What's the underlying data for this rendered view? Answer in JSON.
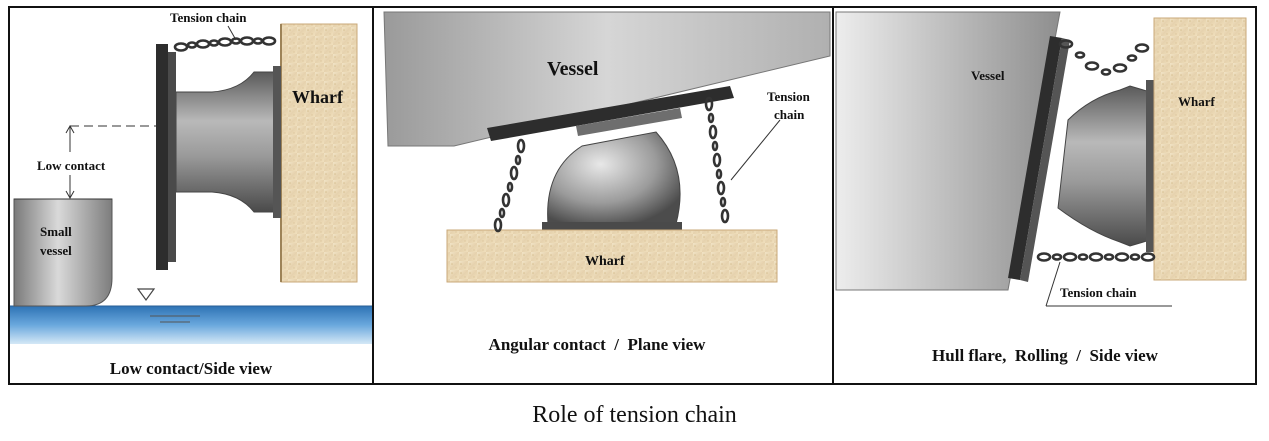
{
  "figure_caption": "Role of tension chain",
  "panel1": {
    "caption": "Low contact/Side view",
    "tension_chain": "Tension chain",
    "wharf": "Wharf",
    "low_contact": "Low contact",
    "small_vessel_line1": "Small",
    "small_vessel_line2": "vessel"
  },
  "panel2": {
    "caption": "Angular contact  /  Plane view",
    "vessel": "Vessel",
    "tension_line1": "Tension",
    "tension_line2": "chain",
    "wharf": "Wharf"
  },
  "panel3": {
    "caption": "Hull flare,  Rolling  /  Side view",
    "vessel": "Vessel",
    "wharf": "Wharf",
    "tension_chain": "Tension chain"
  },
  "colors": {
    "frame": "#111111",
    "wharf": "#ead9b8",
    "water": "#3f86c6",
    "vessel_hull": "#d0d0d0",
    "rubber": "#8c8c8c",
    "panel_plate": "#2d2d2d"
  }
}
